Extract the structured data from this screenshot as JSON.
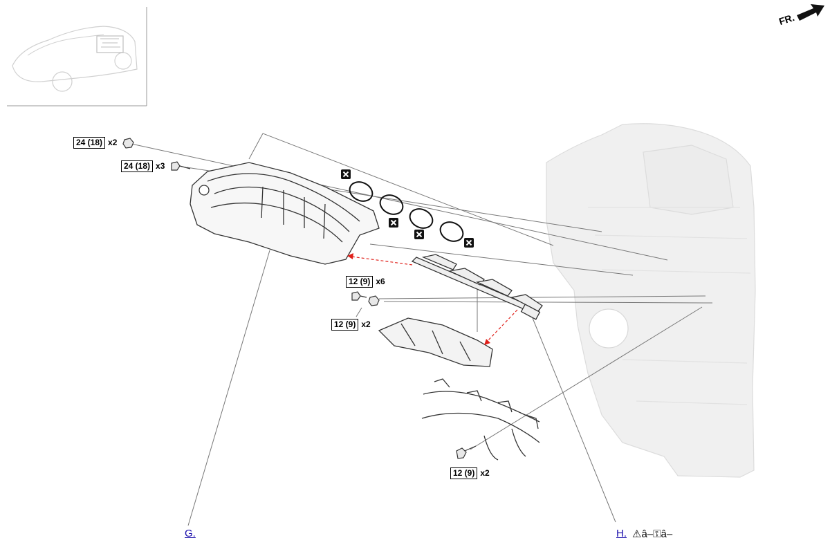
{
  "direction": {
    "label": "FR."
  },
  "torque_specs": [
    {
      "value": "24 (18)",
      "qty": "x2"
    },
    {
      "value": "24 (18)",
      "qty": "x3"
    },
    {
      "value": "12 (9)",
      "qty": "x6"
    },
    {
      "value": "12 (9)",
      "qty": "x2"
    },
    {
      "value": "12 (9)",
      "qty": "x2"
    }
  ],
  "references": {
    "g": {
      "label": "G."
    },
    "h": {
      "label": "H.",
      "extra": "⚠â–⚿â–"
    }
  },
  "colors": {
    "line": "#555555",
    "dashed_arrow": "#e0201a",
    "ghost": "#e6e6e6",
    "link": "#1a0dab"
  }
}
